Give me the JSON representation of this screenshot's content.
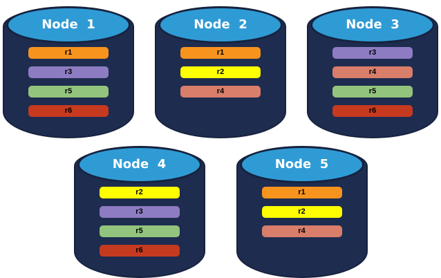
{
  "colors": {
    "background": "#FFFFFF",
    "cylinder_body": "#1E2C4F",
    "cylinder_edge": "#16223E",
    "cylinder_top": "#2F9BD5",
    "node_title_text": "#FFFFFF",
    "replica_label_text": "#000000"
  },
  "replica_colors": {
    "r1": "#F7941D",
    "r2": "#FEFE00",
    "r3": "#8E7CC3",
    "r4": "#D97E6B",
    "r5": "#93C47D",
    "r6": "#C63A20"
  },
  "rows": [
    {
      "nodes": [
        {
          "label": "Node  1",
          "replicas": [
            "r1",
            "r3",
            "r5",
            "r6"
          ]
        },
        {
          "label": "Node  2",
          "replicas": [
            "r1",
            "r2",
            "r4"
          ]
        },
        {
          "label": "Node  3",
          "replicas": [
            "r3",
            "r4",
            "r5",
            "r6"
          ]
        }
      ]
    },
    {
      "nodes": [
        {
          "label": "Node  4",
          "replicas": [
            "r2",
            "r3",
            "r5",
            "r6"
          ]
        },
        {
          "label": "Node  5",
          "replicas": [
            "r1",
            "r2",
            "r4"
          ]
        }
      ]
    }
  ]
}
